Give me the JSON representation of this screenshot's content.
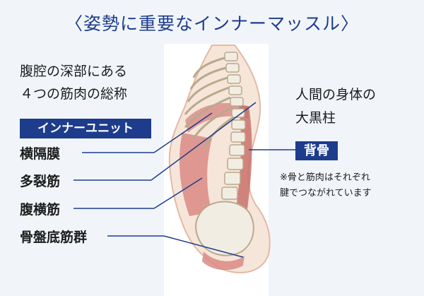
{
  "title": "〈姿勢に重要なインナーマッスル〉",
  "left_caption": {
    "line1": "腹腔の深部にある",
    "line2": "４つの筋肉の総称"
  },
  "inner_unit_badge": "インナーユニット",
  "muscles": [
    "横隔膜",
    "多裂筋",
    "腹横筋",
    "骨盤底筋群"
  ],
  "right_caption": {
    "line1": "人間の身体の",
    "line2": "大黒柱"
  },
  "spine_badge": "背骨",
  "note": {
    "line1": "※骨と筋肉はそれぞれ",
    "line2": "腱でつながれています"
  },
  "colors": {
    "accent": "#1d3c8c",
    "skin": "#f6e6d9",
    "muscle": "#d98a84",
    "bone": "#f2ede2"
  }
}
